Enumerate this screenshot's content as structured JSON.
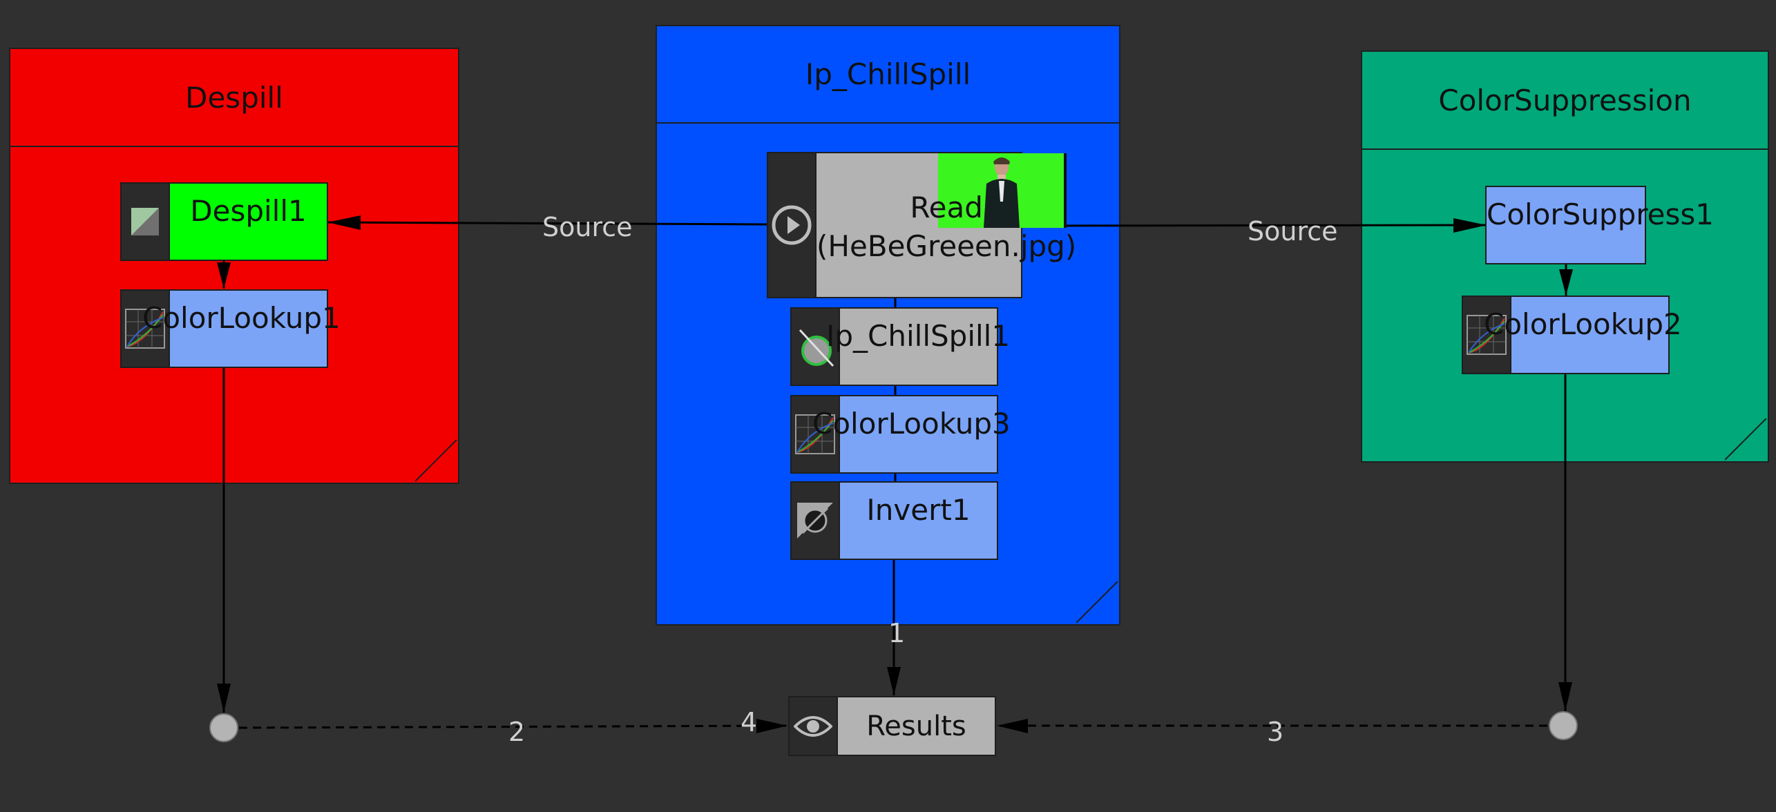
{
  "backdrops": {
    "despill": {
      "title": "Despill",
      "color": "#f20000"
    },
    "chillspill": {
      "title": "Ip_ChillSpill",
      "color": "#0050ff"
    },
    "colorsuppression": {
      "title": "ColorSuppression",
      "color": "#00a87a"
    }
  },
  "nodes": {
    "read": {
      "label": "Read\n(HeBeGreeen.jpg)",
      "icon": "play-icon",
      "color": "#b3b3b3",
      "thumbnail": "green-screen-person-thumbnail"
    },
    "despill1": {
      "label": "Despill1",
      "icon": "despill-icon",
      "color": "#00ff00"
    },
    "colorlookup1": {
      "label": "ColorLookup1",
      "icon": "curve-graph-icon",
      "color": "#7ba4f7"
    },
    "chillspill1": {
      "label": "Ip_ChillSpill1",
      "icon": "chillspill-icon",
      "color": "#b3b3b3"
    },
    "colorlookup3": {
      "label": "ColorLookup3",
      "icon": "curve-graph-icon",
      "color": "#7ba4f7"
    },
    "invert1": {
      "label": "Invert1",
      "icon": "invert-icon",
      "color": "#7ba4f7"
    },
    "colorsuppress1": {
      "label": "ColorSuppress1",
      "icon": "",
      "color": "#7ba4f7"
    },
    "colorlookup2": {
      "label": "ColorLookup2",
      "icon": "curve-graph-icon",
      "color": "#7ba4f7"
    },
    "results": {
      "label": "Results",
      "icon": "eye-icon",
      "color": "#b3b3b3"
    }
  },
  "edge_labels": {
    "source_left": "Source",
    "source_right": "Source",
    "input_1": "1",
    "input_2": "2",
    "input_3": "3",
    "input_4": "4"
  }
}
